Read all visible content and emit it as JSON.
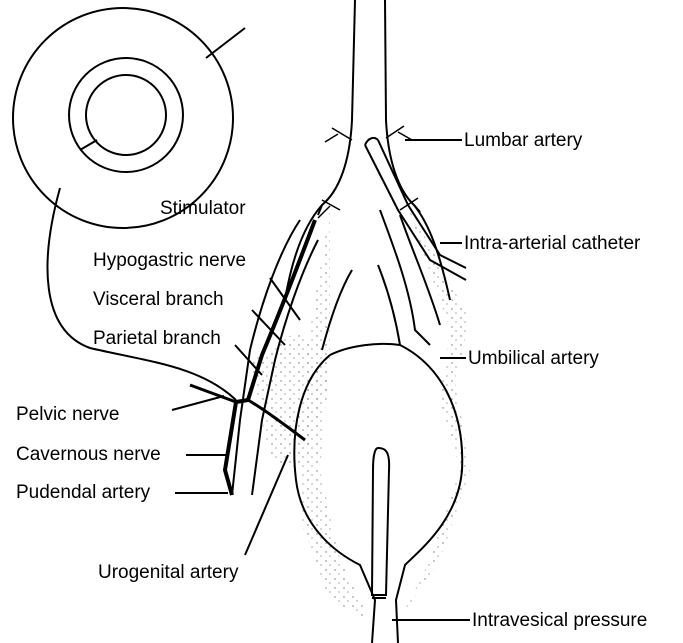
{
  "labels": {
    "stimulator": "Stimulator",
    "hypogastric_nerve": "Hypogastric nerve",
    "visceral_branch": "Visceral branch",
    "parietal_branch": "Parietal branch",
    "pelvic_nerve": "Pelvic nerve",
    "cavernous_nerve": "Cavernous nerve",
    "pudendal_artery": "Pudendal artery",
    "urogenital_artery": "Urogenital artery",
    "lumbar_artery": "Lumbar artery",
    "intra_arterial_catheter": "Intra-arterial catheter",
    "umbilical_artery": "Umbilical artery",
    "intravesical_pressure": "Intravesical pressure"
  },
  "colors": {
    "ink": "#000000",
    "background": "#ffffff"
  }
}
